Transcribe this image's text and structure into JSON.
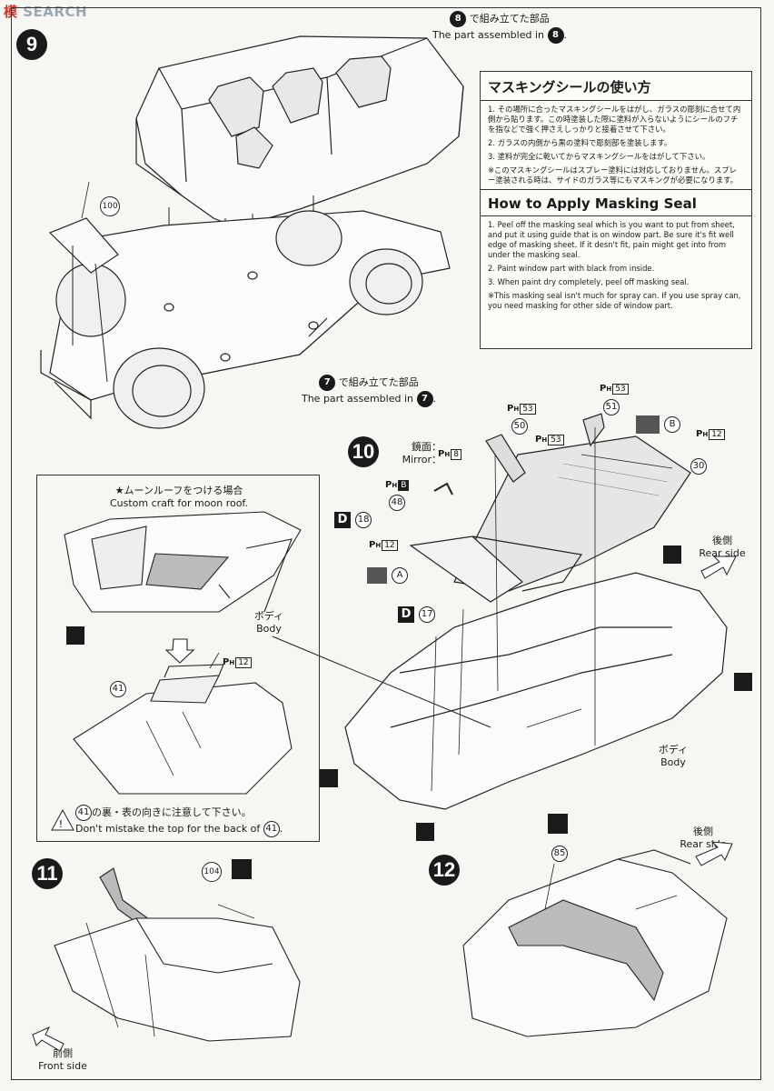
{
  "watermark": {
    "logo": "模",
    "text": "SEARCH"
  },
  "steps": [
    "9",
    "10",
    "11",
    "12"
  ],
  "step9": {
    "top_part_num": "8",
    "top_jp": "で組み立てた部品",
    "top_en": "The part assembled in",
    "bottom_part_num": "7",
    "bottom_jp": "で組み立てた部品",
    "bottom_en": "The part assembled in",
    "part_100": "100"
  },
  "masking": {
    "title_jp": "マスキングシールの使い方",
    "jp_items": [
      "1. その場所に合ったマスキングシールをはがし、ガラスの彫刻に合せて内側から貼ります。この時塗装した際に塗料が入らないようにシールのフチを指などで強く押さえしっかりと接着させて下さい。",
      "2. ガラスの内側から黒の塗料で彫刻部を塗装します。",
      "3. 塗料が完全に乾いてからマスキングシールをはがして下さい。",
      "※このマスキングシールはスプレー塗料には対応しておりません。スプレー塗装される時は、サイドのガラス等にもマスキングが必要になります。"
    ],
    "title_en": "How to Apply Masking Seal",
    "en_items": [
      "1. Peel off the masking seal which is you want to put from sheet, and put it using guide that is on window part. Be sure it's fit well edge of masking sheet. If it desn't fit, pain might get into from under the masking seal.",
      "2. Paint window part with black from inside.",
      "3. When paint dry completely, peel off masking seal.",
      "※This masking seal isn't much for spray can. If you use spray can, you need masking for other side of window part."
    ]
  },
  "step10": {
    "mirror_jp": "鏡面：",
    "mirror_en": "Mirror：",
    "ph_prefix": "P",
    "ph_sub": "H",
    "ph_8": "8",
    "ph_b": "B",
    "part_48": "48",
    "d_tag": "D",
    "part_18": "18",
    "part_17": "17",
    "ph_12": "12",
    "ph_53": "53",
    "part_50": "50",
    "part_51": "51",
    "part_30": "30",
    "mark_a": "A",
    "mark_b": "B",
    "rear_jp": "後側",
    "rear_en": "Rear side",
    "body_jp": "ボディ",
    "body_en": "Body"
  },
  "moonroof": {
    "title_jp": "★ムーンルーフをつける場合",
    "title_en": "Custom craft for moon roof.",
    "body_jp": "ボディ",
    "body_en": "Body",
    "part_41": "41",
    "ph_12": "12",
    "warn_jp": "の裏・表の向きに注意して下さい。",
    "warn_en": "Don't mistake the top for the back of"
  },
  "step11": {
    "part_104": "104",
    "front_jp": "前側",
    "front_en": "Front side"
  },
  "step12": {
    "part_85": "85",
    "rear_jp": "後側",
    "rear_en": "Rear side"
  }
}
